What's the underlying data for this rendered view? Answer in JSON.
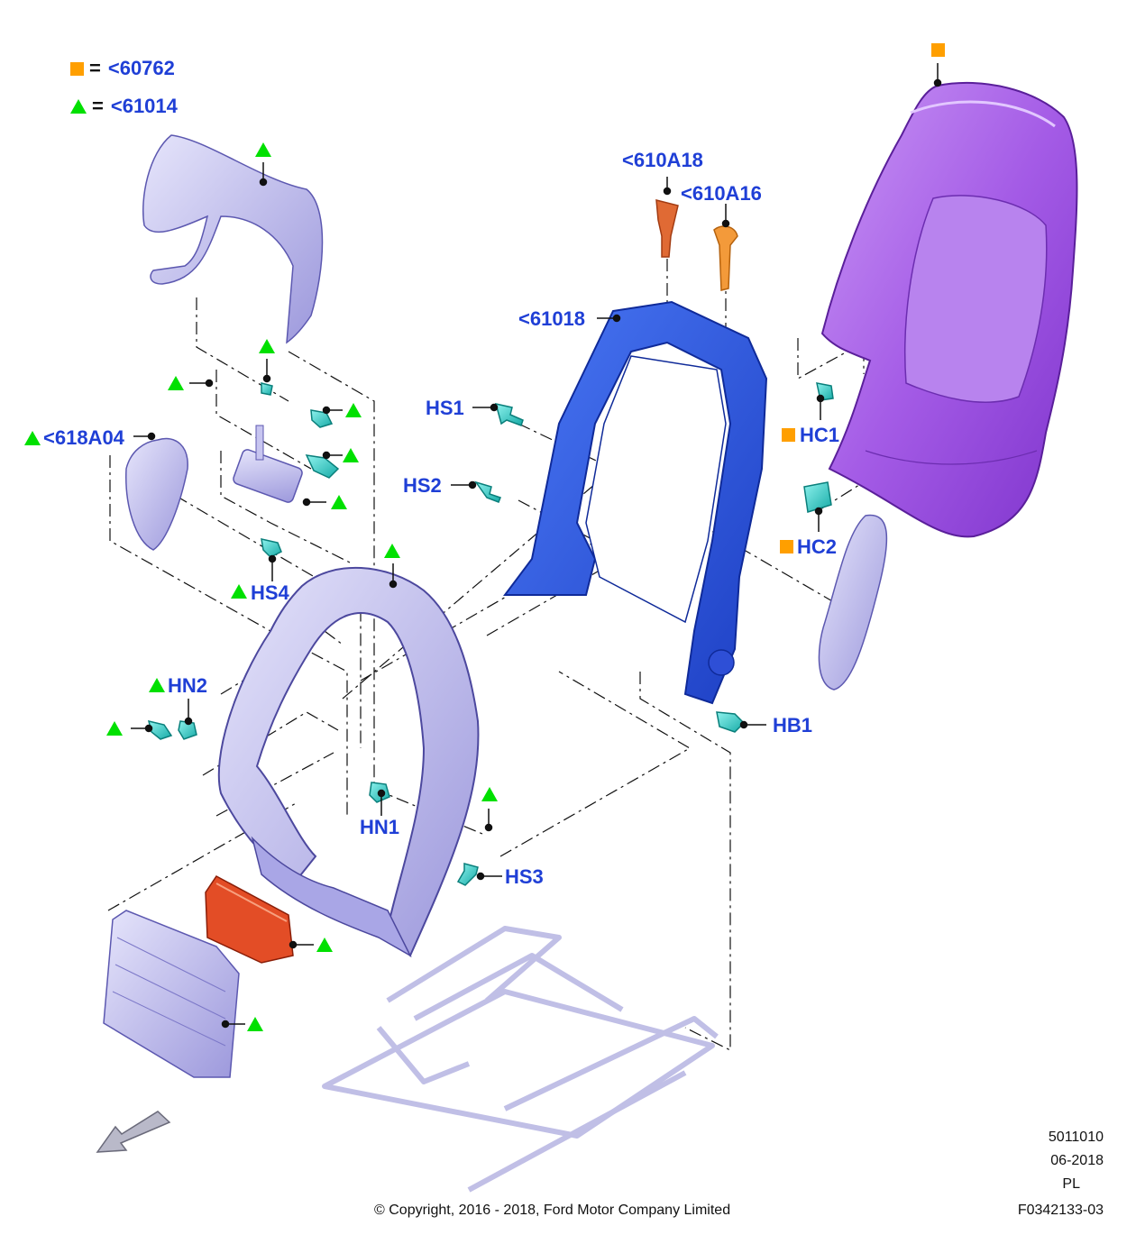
{
  "colors": {
    "callout_text": "#1f3fd6",
    "square_marker": "#ff9f00",
    "triangle_marker": "#00e000",
    "frame_blue": "#2c58e0",
    "back_panel_purple": "#a45be6",
    "part_lavender": "#b7b5ea",
    "fastener_teal": "#33d6cf",
    "module_red": "#e34d26",
    "headrest_guide_orange": "#f08a2a"
  },
  "legend": [
    {
      "symbol": "square",
      "text": "<60762"
    },
    {
      "symbol": "triangle",
      "text": "<61014"
    }
  ],
  "callouts": {
    "c610A18": "<610A18",
    "c610A16": "<610A16",
    "c61018": "<61018",
    "c618A04": "<618A04",
    "HS1": "HS1",
    "HS2": "HS2",
    "HS3": "HS3",
    "HS4": "HS4",
    "HN1": "HN1",
    "HN2": "HN2",
    "HC1": "HC1",
    "HC2": "HC2",
    "HB1": "HB1"
  },
  "footer": {
    "code": "5011010",
    "date": "06-2018",
    "lang": "PL",
    "figure": "F0342133-03",
    "copyright": "© Copyright, 2016 - 2018, Ford Motor Company Limited"
  },
  "icons": [
    "square-marker-icon",
    "triangle-marker-icon",
    "direction-arrow-icon"
  ]
}
